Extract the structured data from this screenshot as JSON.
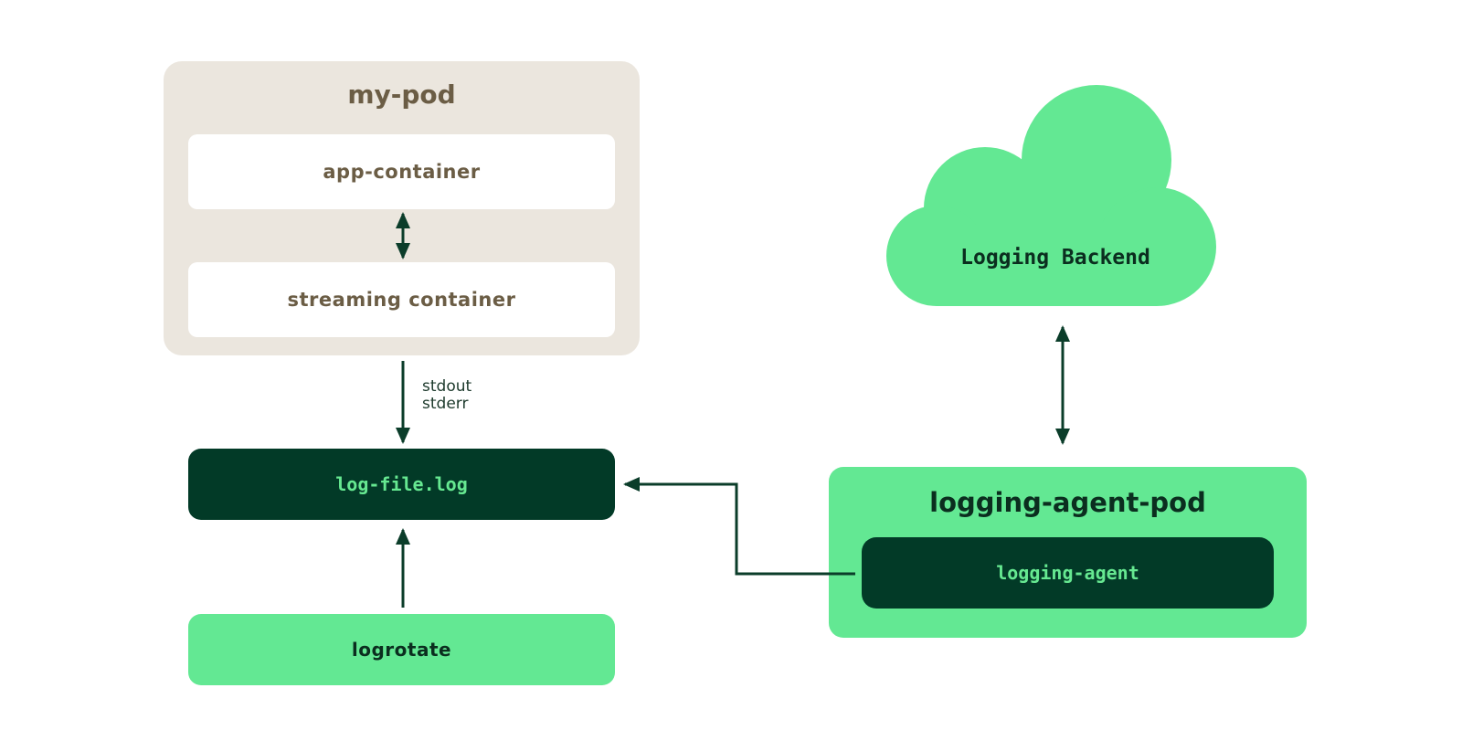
{
  "diagram": {
    "pod": {
      "title": "my-pod",
      "app_container": "app-container",
      "streaming_container": "streaming container"
    },
    "stream_labels": [
      "stdout",
      "stderr"
    ],
    "log_file": "log-file.log",
    "logrotate": "logrotate",
    "logging_agent_pod": {
      "title": "logging-agent-pod",
      "agent": "logging-agent"
    },
    "backend": "Logging Backend",
    "colors": {
      "pod_bg": "#ebe6de",
      "pod_text": "#6b5d45",
      "dark_green": "#023a27",
      "bright_green": "#63e893",
      "mono_green_text": "#66e891",
      "arrow": "#0b3d2a"
    },
    "connections": [
      {
        "from": "app-container",
        "to": "streaming container",
        "direction": "bidirectional"
      },
      {
        "from": "my-pod",
        "to": "log-file.log",
        "direction": "forward",
        "label": "stdout stderr"
      },
      {
        "from": "logrotate",
        "to": "log-file.log",
        "direction": "forward"
      },
      {
        "from": "logging-agent",
        "to": "log-file.log",
        "direction": "forward"
      },
      {
        "from": "logging-agent-pod",
        "to": "Logging Backend",
        "direction": "bidirectional"
      }
    ]
  }
}
